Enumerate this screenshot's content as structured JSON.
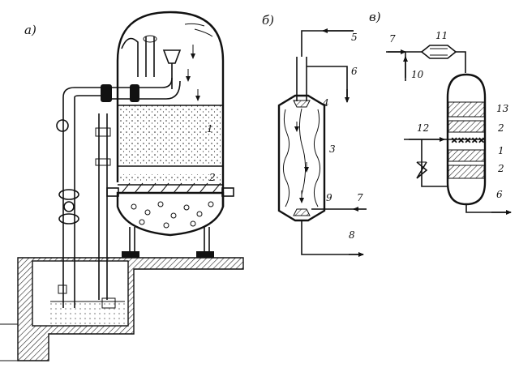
{
  "parts": {
    "a": "а)",
    "b": "б)",
    "c": "в)"
  },
  "labels_a": {
    "l1": "1",
    "l2": "2"
  },
  "labels_b": {
    "l3": "3",
    "l4": "4",
    "l5": "5",
    "l6": "6",
    "l7": "7",
    "l8": "8",
    "l9": "9"
  },
  "labels_c": {
    "l1": "1",
    "l2a": "2",
    "l2b": "2",
    "l6": "6",
    "l7": "7",
    "l10": "10",
    "l11": "11",
    "l12": "12",
    "l13": "13"
  }
}
